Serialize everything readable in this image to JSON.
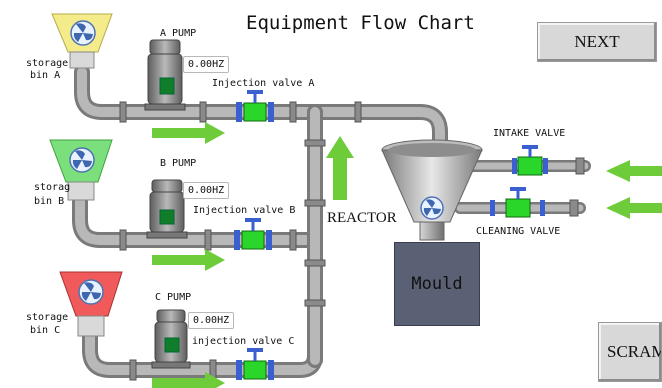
{
  "title": "Equipment Flow Chart",
  "buttons": {
    "next": "NEXT",
    "scram": "SCRAM"
  },
  "bins": [
    {
      "line1": "storage",
      "line2": "bin  A",
      "color": "#f4eb8a"
    },
    {
      "line1": "storag",
      "line2": "bin  B",
      "color": "#7be07b"
    },
    {
      "line1": "storage",
      "line2": "bin  C",
      "color": "#f05a5a"
    }
  ],
  "pumps": [
    {
      "label": "A  PUMP",
      "freq": "0.00HZ"
    },
    {
      "label": "B  PUMP",
      "freq": "0.00HZ"
    },
    {
      "label": "C  PUMP",
      "freq": "0.00HZ"
    }
  ],
  "valves": {
    "injection_a": "Injection valve A",
    "injection_b": "Injection valve B",
    "injection_c": "injection valve C",
    "intake": "INTAKE VALVE",
    "cleaning": "CLEANING  VALVE"
  },
  "reactor_label": "REACTOR",
  "mould_label": "Mould",
  "colors": {
    "pipe": "#9b9b9b",
    "valve": "#2bd62b",
    "valve_flange": "#3a5fd0",
    "arrow": "#6ecb3a",
    "mould": "#5a6175",
    "button": "#d8d8d8"
  }
}
